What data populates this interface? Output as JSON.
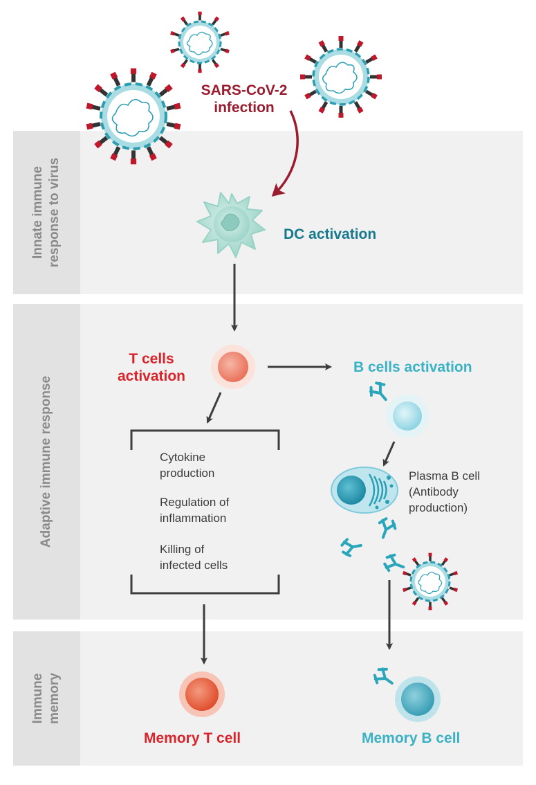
{
  "bands": {
    "innate": "Innate immune\nresponse to virus",
    "adaptive": "Adaptive immune response",
    "memory": "Immune\nmemory"
  },
  "labels": {
    "infection": "SARS-CoV-2\ninfection",
    "dc_activation": "DC activation",
    "t_cells_activation": "T cells\nactivation",
    "b_cells_activation": "B cells activation",
    "plasma_b_cell": "Plasma B cell\n(Antibody\nproduction)",
    "memory_t_cell": "Memory T cell",
    "memory_b_cell": "Memory B cell"
  },
  "t_cell_functions": [
    "Cytokine\nproduction",
    "Regulation of\ninflammation",
    "Killing of\ninfected cells"
  ],
  "colors": {
    "virus_red": "#9b1c2e",
    "dc_teal": "#177a8c",
    "t_red": "#d9232a",
    "b_cyan": "#3ab1c4",
    "band_bg": "#f1f1f1",
    "band_tab": "#e2e2e2"
  }
}
